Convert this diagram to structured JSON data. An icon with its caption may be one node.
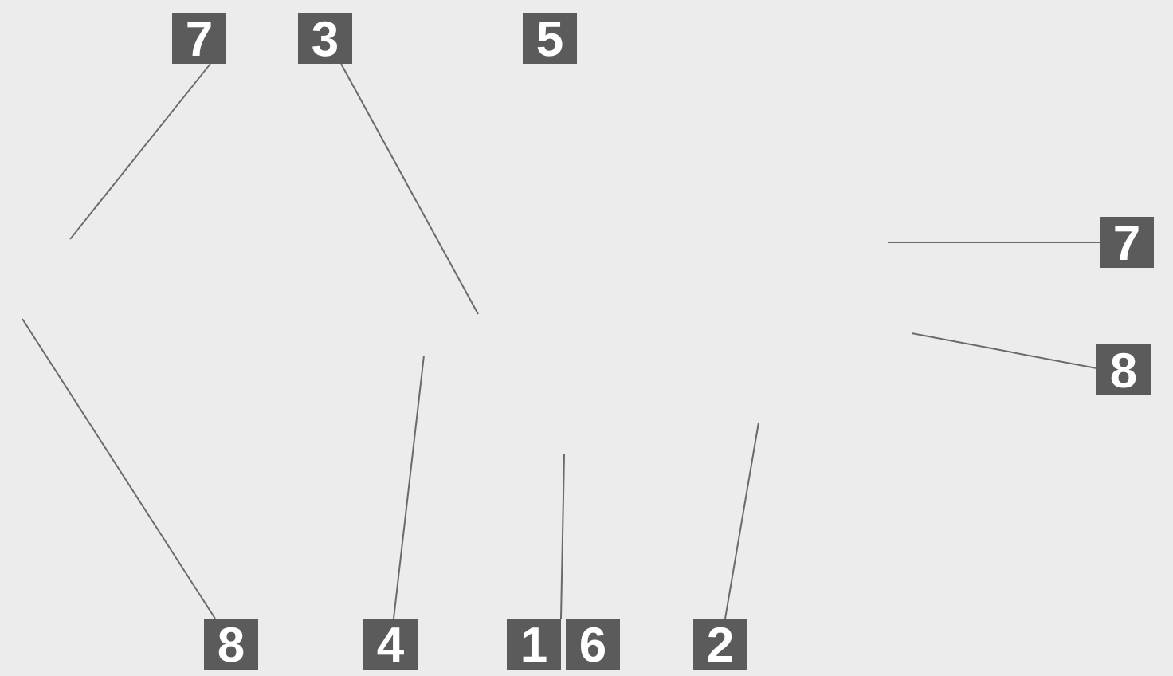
{
  "diagram": {
    "nodes": [
      {
        "text": [
          "7"
        ]
      },
      {
        "text": [
          "3"
        ]
      },
      {
        "text": [
          "5"
        ]
      },
      {
        "text": [
          "7"
        ]
      },
      {
        "text": [
          "8"
        ]
      },
      {
        "text": [
          "8"
        ]
      },
      {
        "text": [
          "4"
        ]
      },
      {
        "text": [
          "1"
        ]
      },
      {
        "text": [
          "6"
        ]
      },
      {
        "text": [
          "2"
        ]
      }
    ],
    "edges": [
      {
        "from": 0,
        "to": null,
        "arrow": "none"
      },
      {
        "from": 1,
        "to": null,
        "arrow": "none"
      },
      {
        "from": 3,
        "to": null,
        "arrow": "none"
      },
      {
        "from": 4,
        "to": null,
        "arrow": "none"
      },
      {
        "from": 5,
        "to": null,
        "arrow": "none"
      },
      {
        "from": 6,
        "to": null,
        "arrow": "none"
      },
      {
        "from": 7,
        "to": null,
        "arrow": "none"
      },
      {
        "from": 9,
        "to": null,
        "arrow": "none"
      }
    ]
  }
}
